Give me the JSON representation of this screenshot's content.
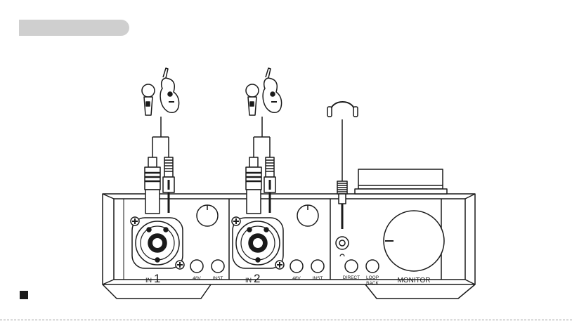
{
  "device": {
    "channels": [
      {
        "prefix": "IN",
        "number": "1",
        "btn_48v": "48V",
        "btn_inst": "INST"
      },
      {
        "prefix": "IN",
        "number": "2",
        "btn_48v": "48V",
        "btn_inst": "INST"
      }
    ],
    "direct_label": "DIRECT",
    "loopback_label_line1": "LOOP",
    "loopback_label_line2": "BACK",
    "monitor_label": "MONITOR"
  }
}
